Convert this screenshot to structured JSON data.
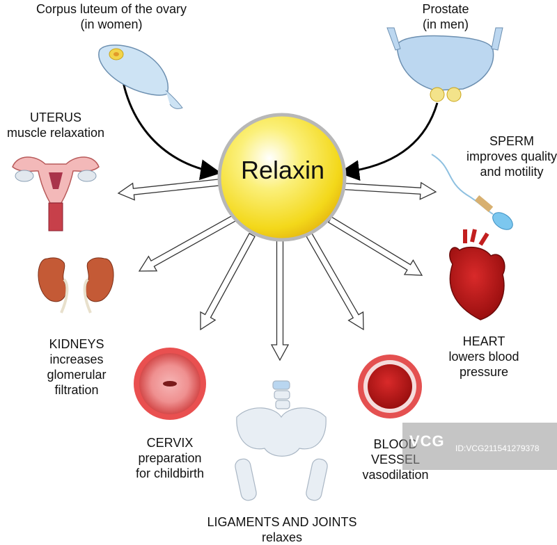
{
  "center": {
    "label": "Relaxin"
  },
  "sources": {
    "ovary": {
      "line1": "Corpus luteum of the ovary",
      "line2": "(in women)"
    },
    "prostate": {
      "line1": "Prostate",
      "line2": "(in men)"
    }
  },
  "targets": {
    "uterus": {
      "title": "UTERUS",
      "line1": "muscle relaxation"
    },
    "sperm": {
      "title": "SPERM",
      "line1": "improves quality",
      "line2": "and motility"
    },
    "kidneys": {
      "title": "KIDNEYS",
      "line1": "increases",
      "line2": "glomerular",
      "line3": "filtration"
    },
    "heart": {
      "title": "HEART",
      "line1": "lowers blood",
      "line2": "pressure"
    },
    "cervix": {
      "title": "CERVIX",
      "line1": "preparation",
      "line2": "for childbirth"
    },
    "ligaments": {
      "title": "LIGAMENTS AND JOINTS",
      "line1": "relaxes"
    },
    "blood_vessel": {
      "title": "BLOOD",
      "line1": "VESSEL",
      "line2": "vasodilation"
    }
  },
  "watermark": {
    "text": "ID:VCG211541279378",
    "logo": "VCG"
  },
  "colors": {
    "sphere": "#f3e21b",
    "arrow_fill": "#ffffff",
    "arrow_stroke": "#333333",
    "organ_red": "#b81a1a"
  }
}
